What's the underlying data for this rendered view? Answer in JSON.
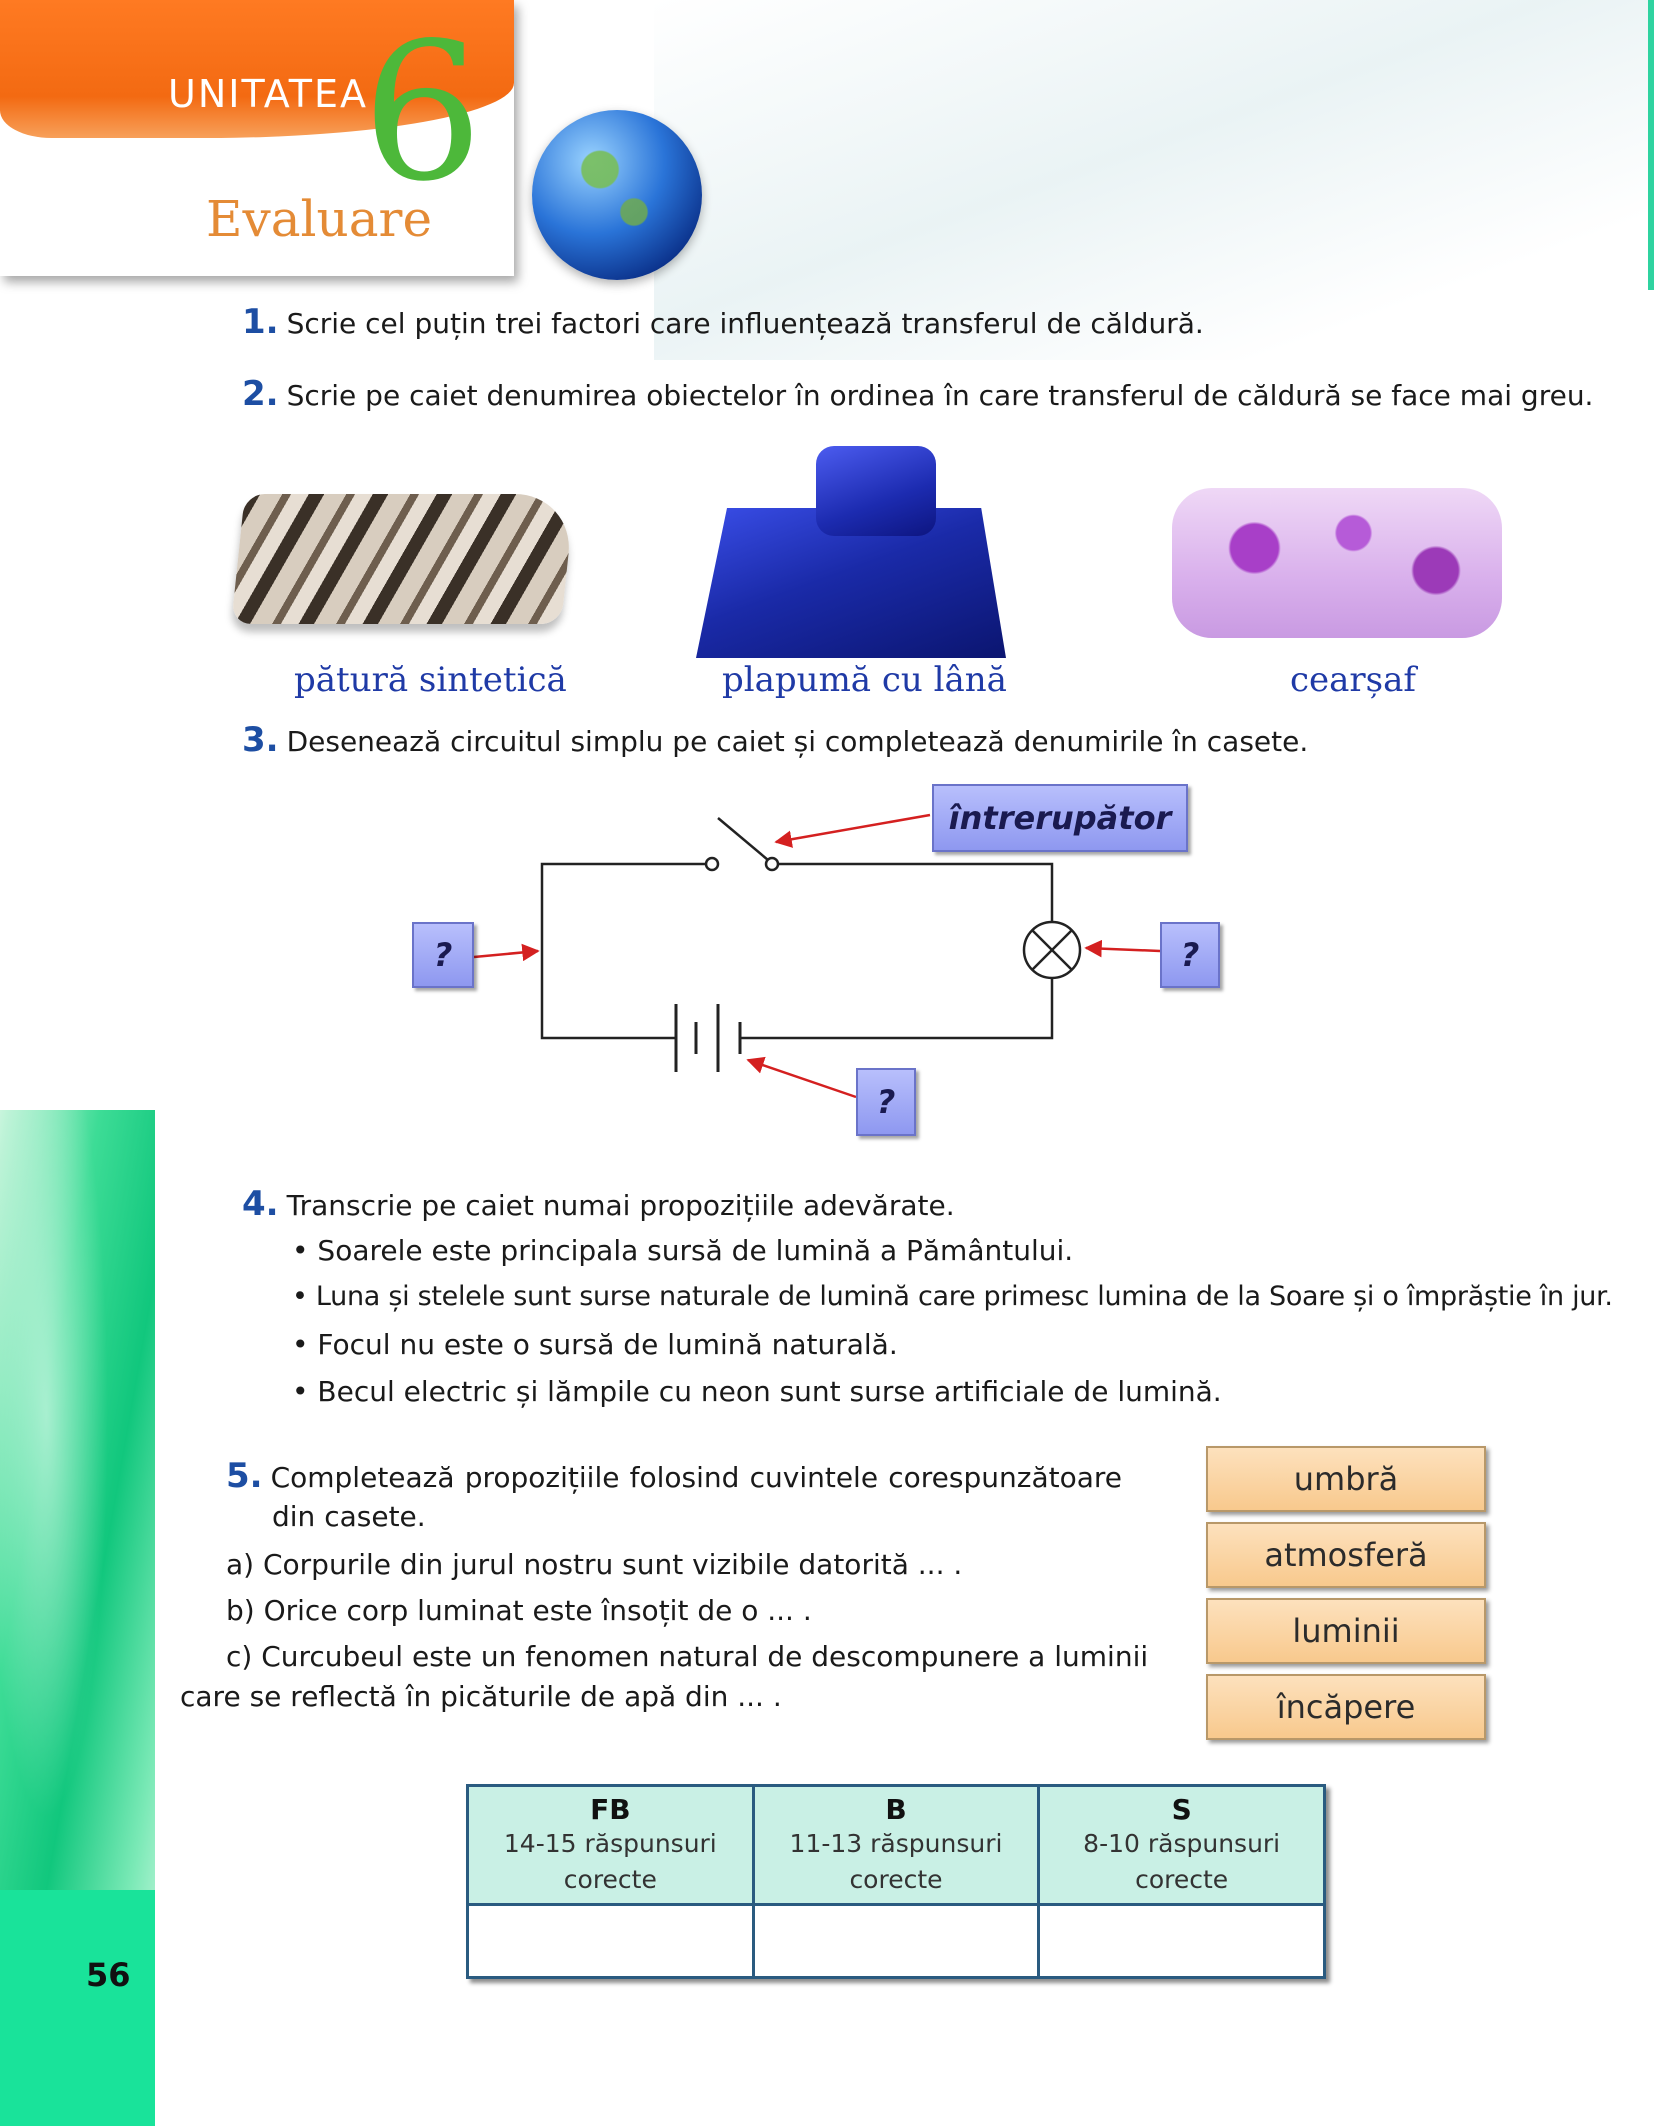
{
  "header": {
    "unit_label": "UNITATEA",
    "unit_number": "6",
    "section_title": "Evaluare"
  },
  "q1": {
    "number": "1.",
    "text": "Scrie cel puțin trei factori care influențează transferul de căldură."
  },
  "q2": {
    "number": "2.",
    "text": "Scrie pe caiet denumirea obiectelor în ordinea în care transferul de căldură se face mai greu.",
    "items": [
      "pătură sintetică",
      "plapumă cu lână",
      "cearșaf"
    ]
  },
  "q3": {
    "number": "3.",
    "text": "Desenează circuitul simplu pe caiet și completează denumirile în casete.",
    "labels": {
      "switch": "întrerupător",
      "left": "?",
      "right": "?",
      "bottom": "?"
    }
  },
  "q4": {
    "number": "4.",
    "text": "Transcrie pe caiet numai propozițiile adevărate.",
    "items": [
      "• Soarele este principala sursă de lumină a Pământului.",
      "• Luna și stelele sunt surse naturale de lumină care primesc lumina de la Soare și o împrăștie în jur.",
      "• Focul nu este o sursă de lumină naturală.",
      "• Becul electric și lămpile cu neon sunt surse artificiale de lumină."
    ]
  },
  "q5": {
    "number": "5.",
    "text_line1": "Completează propozițiile folosind cuvintele corespunzătoare",
    "text_line2": "din casete.",
    "a": "a) Corpurile din jurul nostru sunt vizibile datorită ... .",
    "b": "b) Orice corp luminat este însoțit de o ... .",
    "c_line1": "c) Curcubeul este un fenomen natural de descompunere a luminii",
    "c_line2": "care se reflectă în picăturile de apă din ... .",
    "words": [
      "umbră",
      "atmosferă",
      "luminii",
      "încăpere"
    ]
  },
  "grading": [
    {
      "level": "FB",
      "line1": "14-15 răspunsuri",
      "line2": "corecte"
    },
    {
      "level": "B",
      "line1": "11-13 răspunsuri",
      "line2": "corecte"
    },
    {
      "level": "S",
      "line1": "8-10 răspunsuri",
      "line2": "corecte"
    }
  ],
  "page_number": "56"
}
